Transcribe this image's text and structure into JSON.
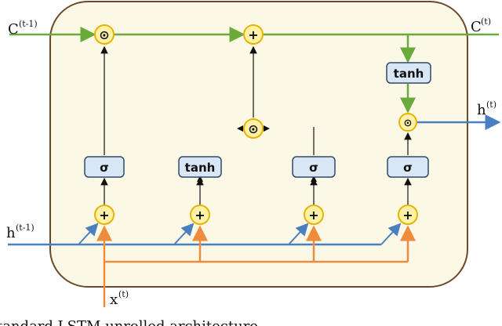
{
  "labels": {
    "c_prev_base": "C",
    "c_prev_sup": "(t-1)",
    "c_next_base": "C",
    "c_next_sup": "(t)",
    "h_prev_base": "h",
    "h_prev_sup": "(t-1)",
    "h_next_base": "h",
    "h_next_sup": "(t)",
    "x_base": "x",
    "x_sup": "(t)"
  },
  "ops": {
    "mult": "⊙",
    "add": "+"
  },
  "gates": {
    "forget": "σ",
    "input": "σ",
    "candidate": "tanh",
    "output": "σ",
    "cell_tanh": "tanh"
  },
  "caption": "tandard LSTM unrolled architecture",
  "colors": {
    "cell_line": "#6aaa3a",
    "hidden_line": "#4a7fc0",
    "input_line": "#ef8b3c",
    "box_border": "#6b4a2a",
    "box_fill": "#fcf8e6",
    "op_fill": "#fff2a8",
    "op_border": "#e6b400",
    "gate_fill": "#d9e6f5",
    "gate_border": "#2e4a6b"
  }
}
